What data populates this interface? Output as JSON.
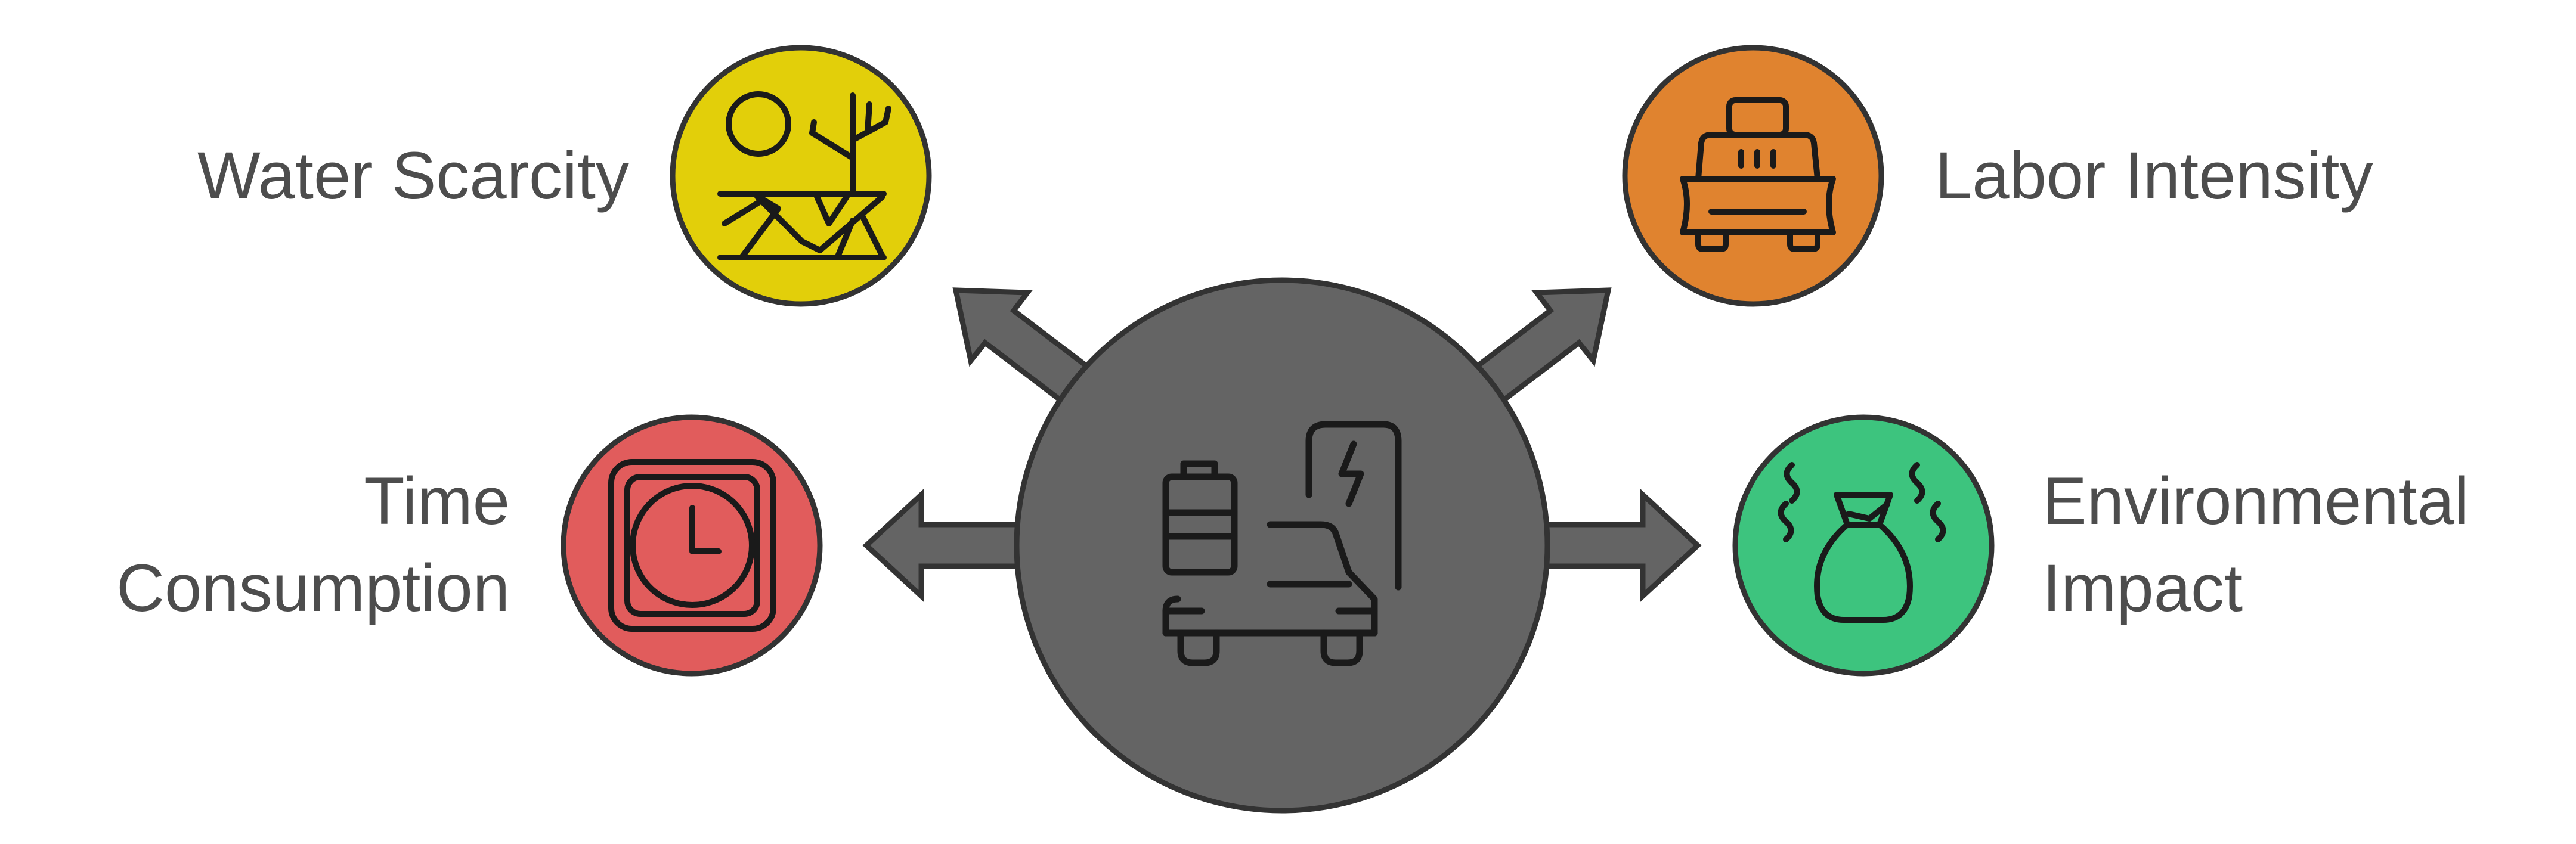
{
  "diagram": {
    "center": {
      "icon": "car-wash-icon",
      "color": "#646464"
    },
    "nodes": [
      {
        "id": "water-scarcity",
        "lines": [
          "Water Scarcity"
        ],
        "color": "#e2cf0a",
        "icon": "dry-land-icon"
      },
      {
        "id": "labor-intensity",
        "lines": [
          "Labor Intensity"
        ],
        "color": "#e0832f",
        "icon": "cleaning-cart-icon"
      },
      {
        "id": "time-consumption",
        "lines": [
          "Time",
          "Consumption"
        ],
        "color": "#e15c5c",
        "icon": "clock-icon"
      },
      {
        "id": "environmental-impact",
        "lines": [
          "Environmental",
          "Impact"
        ],
        "color": "#3dc47e",
        "icon": "waste-bag-icon"
      }
    ],
    "outline_color": "#333333",
    "arrow_color": "#646464"
  }
}
